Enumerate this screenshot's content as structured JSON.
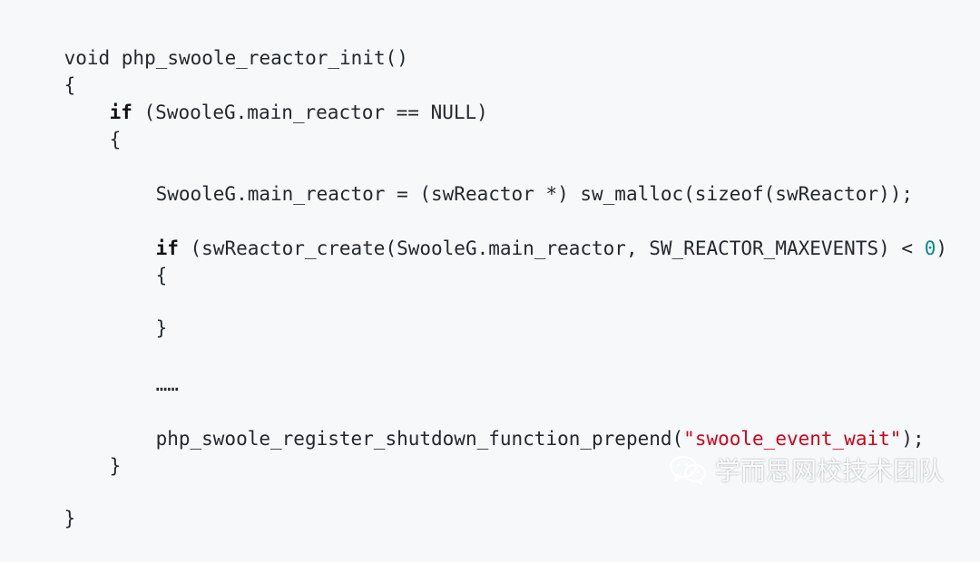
{
  "code": {
    "l1": "void php_swoole_reactor_init()",
    "l2": "{",
    "l3_kw": "if",
    "l3_rest": " (SwooleG.main_reactor == NULL)",
    "l4": "{",
    "l5": "SwooleG.main_reactor = (swReactor *) sw_malloc(sizeof(swReactor));",
    "l6_kw": "if",
    "l6_a": " (swReactor_create(SwooleG.main_reactor, SW_REACTOR_MAXEVENTS) < ",
    "l6_num": "0",
    "l6_b": ")",
    "l7": "{",
    "l8": "}",
    "l9": "……",
    "l10_a": "php_swoole_register_shutdown_function_prepend(",
    "l10_str": "\"swoole_event_wait\"",
    "l10_b": ");",
    "l11": "}",
    "l12": "}"
  },
  "watermark": {
    "text": "学而思网校技术团队",
    "icon": "wechat-icon"
  },
  "colors": {
    "background": "#f6f8fa",
    "text": "#24292e",
    "number": "#0a8a8a",
    "string": "#d0021b"
  }
}
